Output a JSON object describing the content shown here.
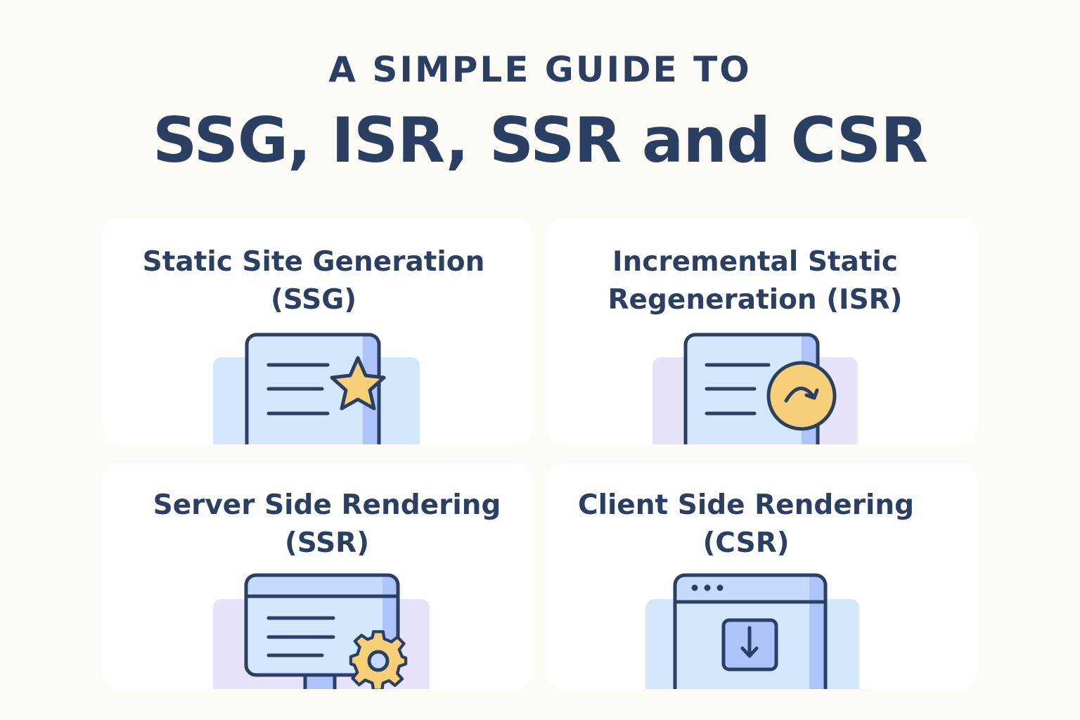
{
  "header": {
    "subtitle": "A SIMPLE GUIDE TO",
    "title": "SSG, ISR, SSR and CSR"
  },
  "cards": [
    {
      "line1": "Static Site Generation",
      "line2": "(SSG)",
      "icon": "document-star-icon"
    },
    {
      "line1": "Incremental Static",
      "line2": "Regeneration (ISR)",
      "icon": "document-refresh-icon"
    },
    {
      "line1": "Server Side Rendering",
      "line2": "(SSR)",
      "icon": "monitor-gear-icon"
    },
    {
      "line1": "Client Side Rendering",
      "line2": "(CSR)",
      "icon": "browser-download-icon"
    }
  ],
  "colors": {
    "text": "#2b3f63",
    "background": "#fdfbf5",
    "light_blue": "#d3e8fd",
    "accent_blue": "#aec4fb",
    "lavender": "#e6e3fb",
    "yellow": "#f7cf78"
  }
}
